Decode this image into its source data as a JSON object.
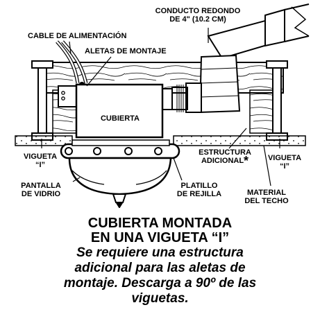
{
  "labels": {
    "conducto_redondo_1": "CONDUCTO REDONDO",
    "conducto_redondo_2": "DE 4\" (10.2 CM)",
    "cable_alimentacion": "CABLE DE ALIMENTACIÓN",
    "aletas_montaje": "ALETAS DE MONTAJE",
    "cubierta": "CUBIERTA",
    "vigueta_left_1": "VIGUETA",
    "vigueta_left_2": "“I”",
    "vigueta_right_1": "VIGUETA",
    "vigueta_right_2": "“I”",
    "estructura_1": "ESTRUCTURA",
    "estructura_2": "ADICIONAL",
    "asterisk": "*",
    "pantalla_1": "PANTALLA",
    "pantalla_2": "DE VIDRIO",
    "platillo_1": "PLATILLO",
    "platillo_2": "DE REJILLA",
    "material_1": "MATERIAL",
    "material_2": "DEL TECHO"
  },
  "caption": {
    "title_1": "CUBIERTA MONTADA",
    "title_2": "EN UNA VIGUETA “I”",
    "note_1": "Se requiere una estructura",
    "note_2": "adicional para las aletas de",
    "note_3": "montaje. Descarga a 90º de las",
    "note_4": "viguetas."
  }
}
